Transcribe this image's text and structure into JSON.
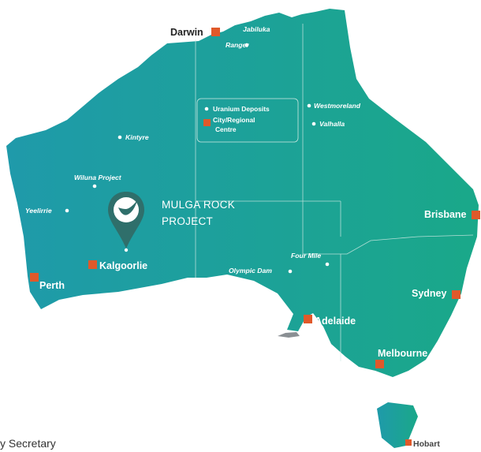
{
  "colors": {
    "land_west": "#1f9aaa",
    "land_east": "#1aa889",
    "border_line": "#cfe9e3",
    "city_marker": "#e0592a",
    "project_pin": "#2f6f6b",
    "project_logo": "#ffffff",
    "page_bg": "#ffffff"
  },
  "icons": {
    "city": "orange-square-icon",
    "deposit": "white-dot-icon",
    "project": "map-pin-leaf-icon"
  },
  "legend": {
    "uranium_label": "Uranium Deposits",
    "city_label_1": "City/Regional",
    "city_label_2": "Centre"
  },
  "project": {
    "line1": "MULGA ROCK",
    "line2": "PROJECT"
  },
  "cities": {
    "darwin": "Darwin",
    "brisbane": "Brisbane",
    "sydney": "Sydney",
    "melbourne": "Melbourne",
    "adelaide": "Adelaide",
    "hobart": "Hobart",
    "perth": "Perth",
    "kalgoorlie": "Kalgoorlie"
  },
  "deposits": {
    "jabiluka": "Jabiluka",
    "ranger": "Ranger",
    "westmoreland": "Westmoreland",
    "valhalla": "Valhalla",
    "kintyre": "Kintyre",
    "wiluna": "Wiluna Project",
    "yeelirrie": "Yeelirrie",
    "four_mile": "Four Mile",
    "olympic_dam": "Olympic Dam"
  },
  "footer": {
    "text": "y Secretary"
  }
}
